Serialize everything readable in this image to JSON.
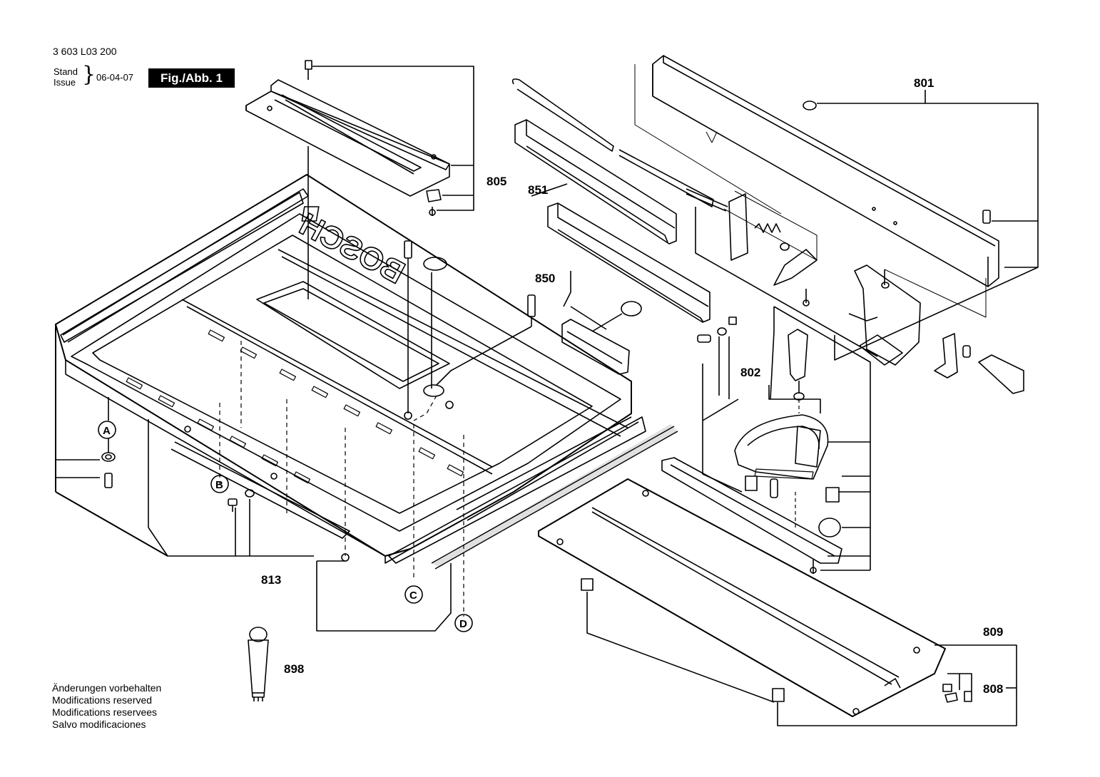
{
  "header": {
    "doc_number": "3 603 L03 200",
    "stand_de": "Stand",
    "stand_en": "Issue",
    "date": "06-04-07",
    "figure_label": "Fig./Abb. 1"
  },
  "part_labels": {
    "p801": "801",
    "p802": "802",
    "p805": "805",
    "p808": "808",
    "p809": "809",
    "p813": "813",
    "p850": "850",
    "p851": "851",
    "p898": "898"
  },
  "reference_letters": {
    "a": "A",
    "b": "B",
    "c": "C",
    "d": "D"
  },
  "logo_text": "BOSCH",
  "notes": [
    "Änderungen vorbehalten",
    "Modifications reserved",
    "Modifications reservees",
    "Salvo modificaciones"
  ]
}
